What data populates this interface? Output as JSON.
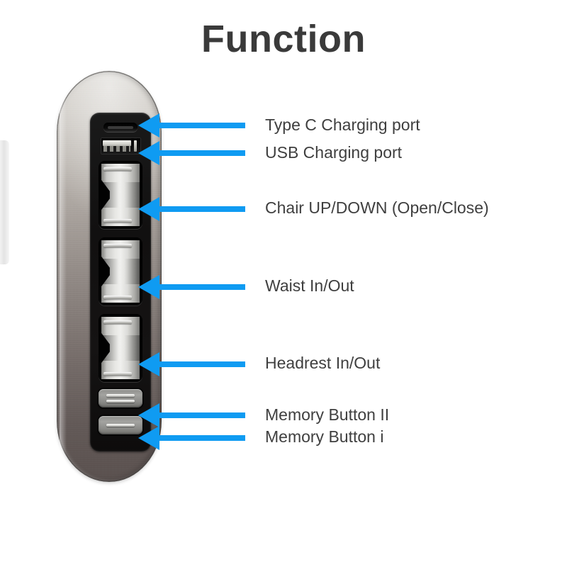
{
  "page": {
    "title": "Function",
    "background_color": "#ffffff"
  },
  "colors": {
    "arrow_blue": "#0f9bf2",
    "label_text": "#3f3f3f",
    "title_text": "#3a3a3a",
    "device_top": "#d4d1cb",
    "device_bottom": "#5a514f",
    "control_strip": "#111010",
    "button_silver": "#e6e6e3"
  },
  "device": {
    "name": "chair-control-panel",
    "ports": [
      {
        "id": "usb-c",
        "icon": "usb-c-port-icon"
      },
      {
        "id": "usb-a",
        "icon": "usb-a-port-icon"
      }
    ],
    "rockers": [
      {
        "id": "chair-up-down",
        "icon": "rocker-switch-icon"
      },
      {
        "id": "waist-in-out",
        "icon": "rocker-switch-icon"
      },
      {
        "id": "headrest-in-out",
        "icon": "rocker-switch-icon"
      }
    ],
    "memory_buttons": [
      {
        "id": "memory-ii",
        "icon": "two-bars-icon",
        "bars": 2
      },
      {
        "id": "memory-i",
        "icon": "one-bar-icon",
        "bars": 1
      }
    ]
  },
  "callouts": [
    {
      "id": "type-c-charging-port",
      "label": "Type C Charging port",
      "arrow_icon": "left-arrow-icon"
    },
    {
      "id": "usb-charging-port",
      "label": "USB Charging port",
      "arrow_icon": "left-arrow-icon"
    },
    {
      "id": "chair-up-down",
      "label": "Chair UP/DOWN (Open/Close)",
      "arrow_icon": "left-arrow-icon"
    },
    {
      "id": "waist-in-out",
      "label": "Waist In/Out",
      "arrow_icon": "left-arrow-icon"
    },
    {
      "id": "headrest-in-out",
      "label": "Headrest In/Out",
      "arrow_icon": "left-arrow-icon"
    },
    {
      "id": "memory-button-ii",
      "label": "Memory Button II",
      "arrow_icon": "left-arrow-icon"
    },
    {
      "id": "memory-button-i",
      "label": "Memory Button i",
      "arrow_icon": "left-arrow-icon"
    }
  ]
}
